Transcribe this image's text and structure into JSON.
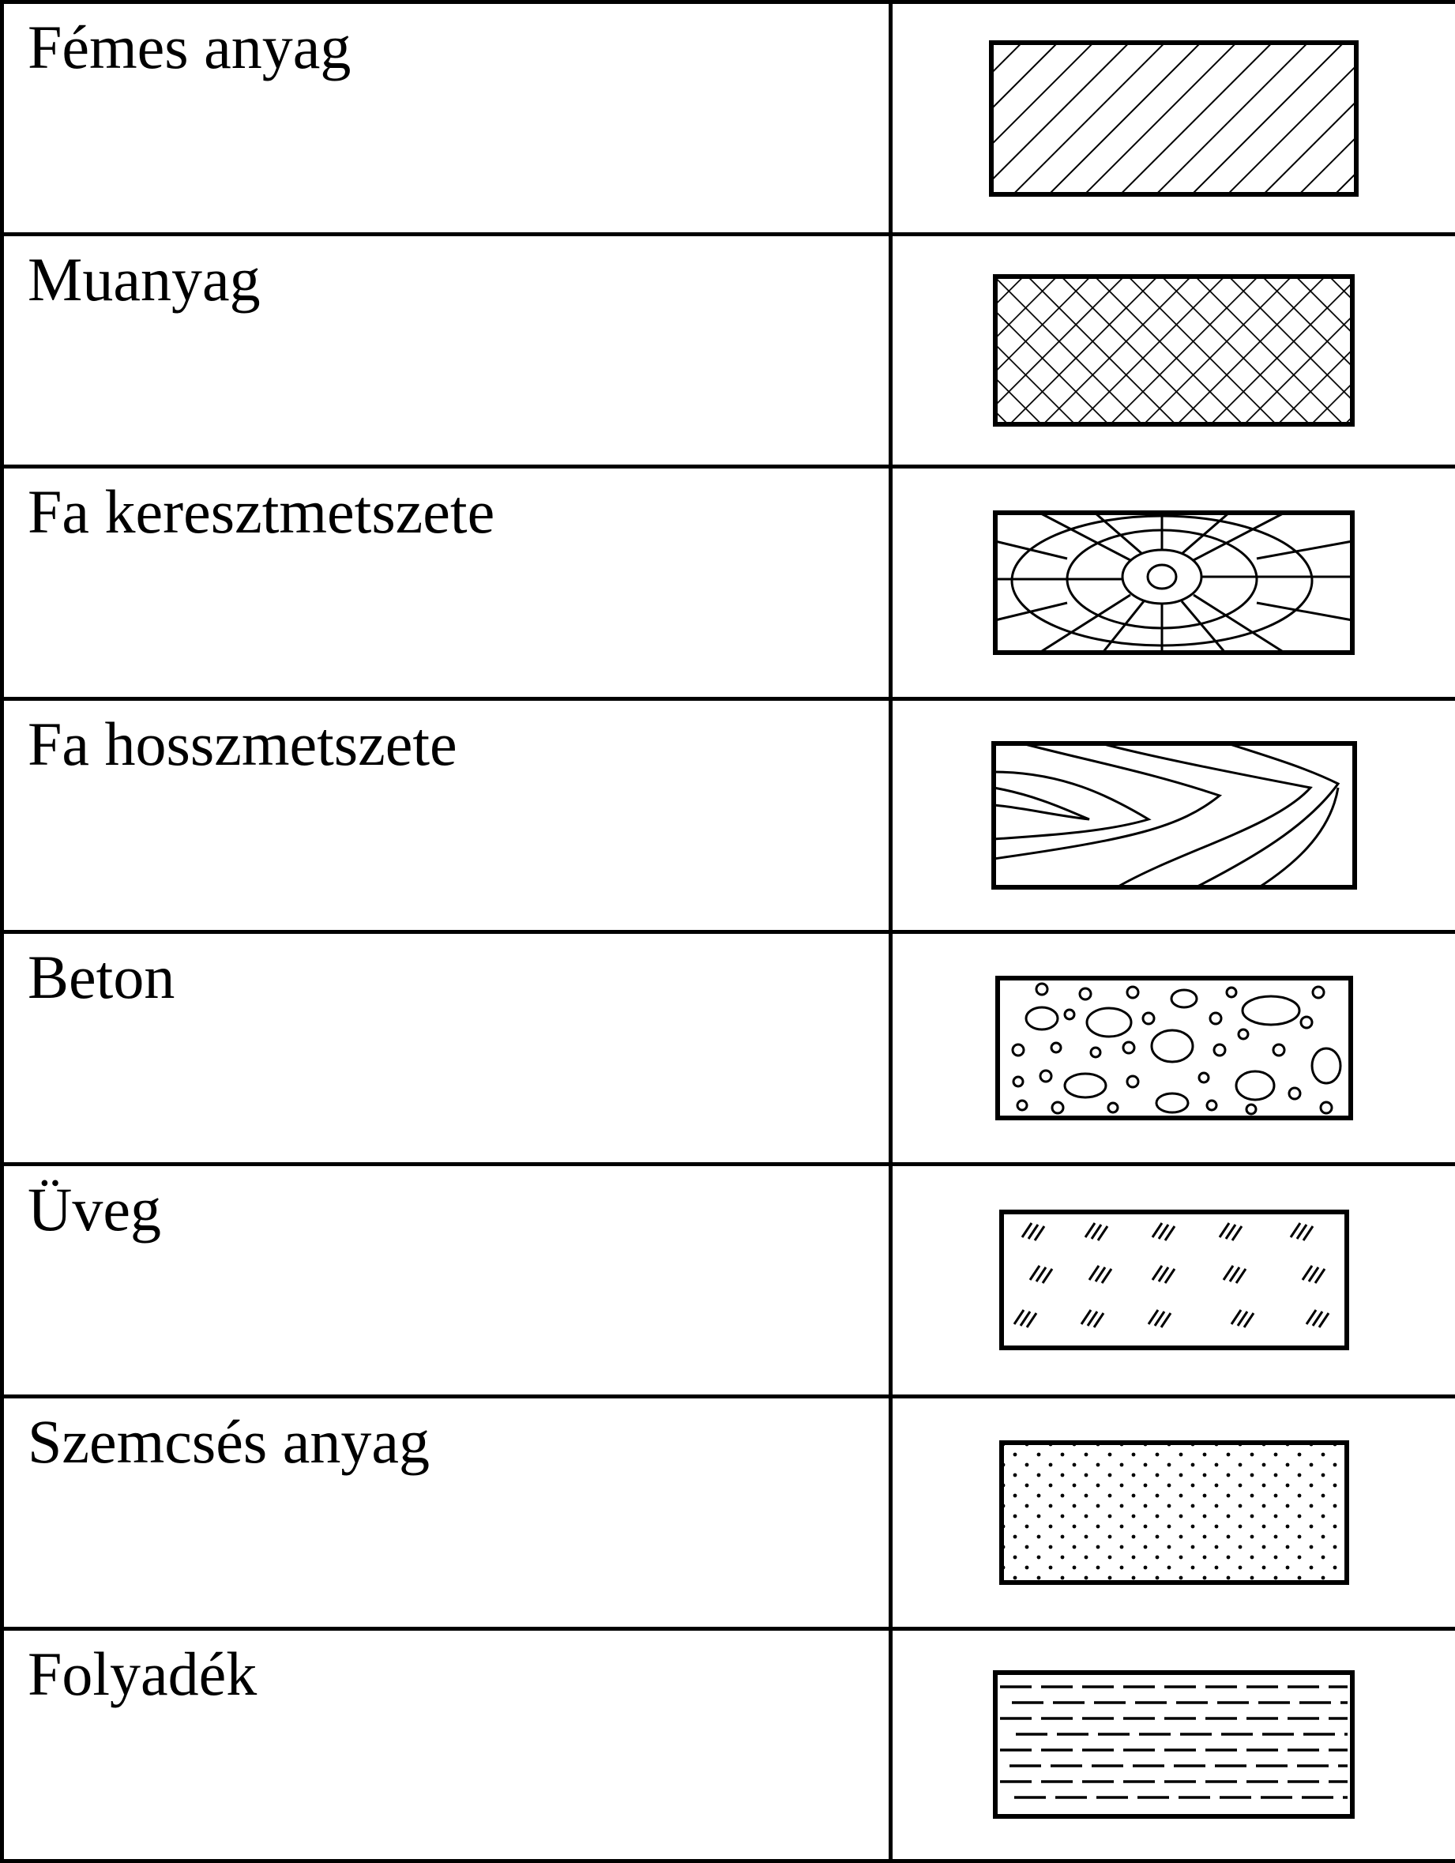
{
  "materials": [
    {
      "label": "Fémes anyag",
      "pattern": "diagonal-hatch"
    },
    {
      "label": "Muanyag",
      "pattern": "cross-hatch"
    },
    {
      "label": "Fa keresztmetszete",
      "pattern": "wood-cross-section"
    },
    {
      "label": "Fa hosszmetszete",
      "pattern": "wood-longitudinal"
    },
    {
      "label": "Beton",
      "pattern": "concrete-pebbles"
    },
    {
      "label": "Üveg",
      "pattern": "glass-ticks"
    },
    {
      "label": "Szemcsés anyag",
      "pattern": "granular-dots"
    },
    {
      "label": "Folyadék",
      "pattern": "liquid-dashes"
    }
  ]
}
